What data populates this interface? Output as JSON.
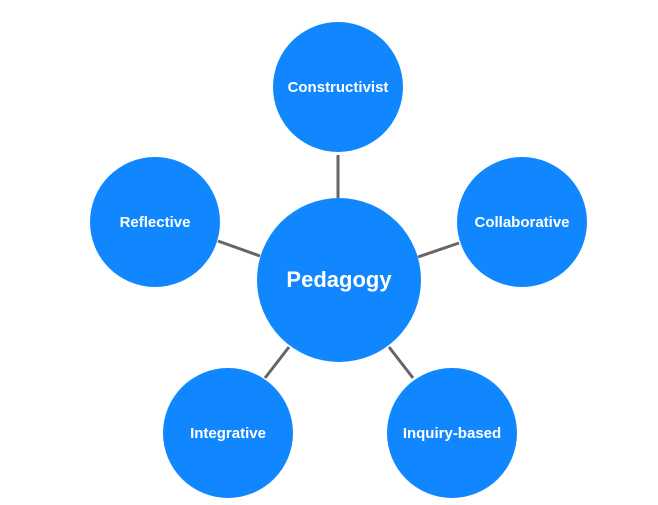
{
  "style": {
    "node_color": "#1187FF",
    "link_color": "#666666",
    "text_color": "#FFFFFF",
    "background": "#FFFFFF"
  },
  "diagram": {
    "center": {
      "label": "Pedagogy"
    },
    "nodes": [
      {
        "label": "Constructivist"
      },
      {
        "label": "Collaborative"
      },
      {
        "label": "Inquiry-based"
      },
      {
        "label": "Integrative"
      },
      {
        "label": "Reflective"
      }
    ]
  }
}
